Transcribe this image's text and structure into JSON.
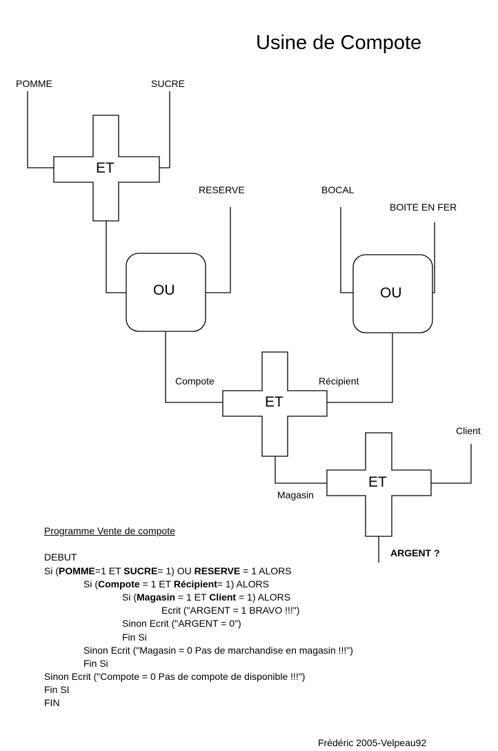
{
  "title": "Usine de Compote",
  "inputs": {
    "pomme": "POMME",
    "sucre": "SUCRE",
    "reserve": "RESERVE",
    "bocal": "BOCAL",
    "boite": "BOITE EN FER",
    "client": "Client"
  },
  "gates": {
    "et1": "ET",
    "ou1": "OU",
    "ou2": "OU",
    "et2": "ET",
    "et3": "ET"
  },
  "wires": {
    "compote": "Compote",
    "recipient": "Récipient",
    "magasin": "Magasin"
  },
  "output": "ARGENT ?",
  "program": {
    "heading": "Programme Vente de compote",
    "debut": "DEBUT",
    "l1": {
      "a": "Si (",
      "b": "POMME",
      "c": "=1  ET ",
      "d": "SUCRE",
      "e": "= 1) OU ",
      "f": "RESERVE",
      "g": " = 1 ALORS"
    },
    "l2": {
      "a": "Si (",
      "b": "Compote",
      "c": " = 1 ET ",
      "d": "Récipient",
      "e": "= 1) ALORS"
    },
    "l3": {
      "a": "Si (",
      "b": "Magasin",
      "c": " = 1 ET ",
      "d": "Client",
      "e": " = 1) ALORS"
    },
    "l4": "Ecrit (\"ARGENT = 1  BRAVO !!!\")",
    "l5": "Sinon Ecrit (\"ARGENT = 0\")",
    "l6": "Fin Si",
    "l7": "Sinon Ecrit (\"Magasin = 0 Pas de marchandise en magasin !!!\")",
    "l8": "Fin Si",
    "l9": "Sinon Ecrit (\"Compote = 0 Pas de compote de disponible !!!\")",
    "l10": "Fin SI",
    "fin": "FIN"
  },
  "credit": "Frédéric 2005-Velpeau92"
}
